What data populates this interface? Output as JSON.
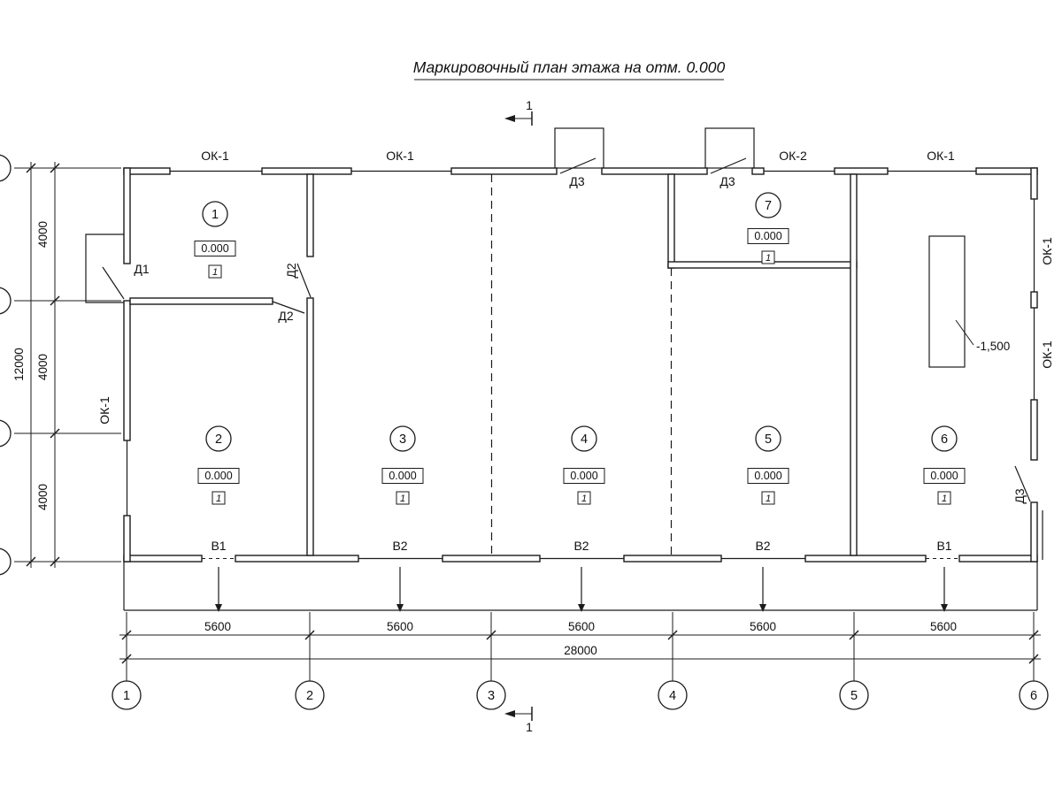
{
  "title": "Маркировочный план этажа на отм. 0.000",
  "section": {
    "top_label": "1",
    "bottom_label": "1"
  },
  "window_labels": {
    "top": [
      "ОК-1",
      "ОК-1",
      "ОК-2",
      "ОК-1"
    ],
    "left": "ОК-1",
    "right": [
      "ОК-1",
      "ОК-1"
    ]
  },
  "door_labels": {
    "d1": "Д1",
    "d2_wall": "Д2",
    "d2_partition": "Д2",
    "d3_entrance_1": "Д3",
    "d3_entrance_2": "Д3",
    "d3_right": "Д3"
  },
  "rooms": [
    {
      "number": "1",
      "elevation": "0.000",
      "floor_type": "1"
    },
    {
      "number": "7",
      "elevation": "0.000",
      "floor_type": "1"
    },
    {
      "number": "2",
      "elevation": "0.000",
      "floor_type": "1"
    },
    {
      "number": "3",
      "elevation": "0.000",
      "floor_type": "1"
    },
    {
      "number": "4",
      "elevation": "0.000",
      "floor_type": "1"
    },
    {
      "number": "5",
      "elevation": "0.000",
      "floor_type": "1"
    },
    {
      "number": "6",
      "elevation": "0.000",
      "floor_type": "1"
    }
  ],
  "vent_labels": [
    "В1",
    "В2",
    "В2",
    "В2",
    "В1"
  ],
  "pit": {
    "elevation": "-1,500"
  },
  "dimensions": {
    "left_segments": [
      "4000",
      "4000",
      "4000"
    ],
    "left_total": "12000",
    "bottom_segments": [
      "5600",
      "5600",
      "5600",
      "5600",
      "5600"
    ],
    "bottom_total": "28000"
  },
  "axes": [
    "1",
    "2",
    "3",
    "4",
    "5",
    "6"
  ]
}
